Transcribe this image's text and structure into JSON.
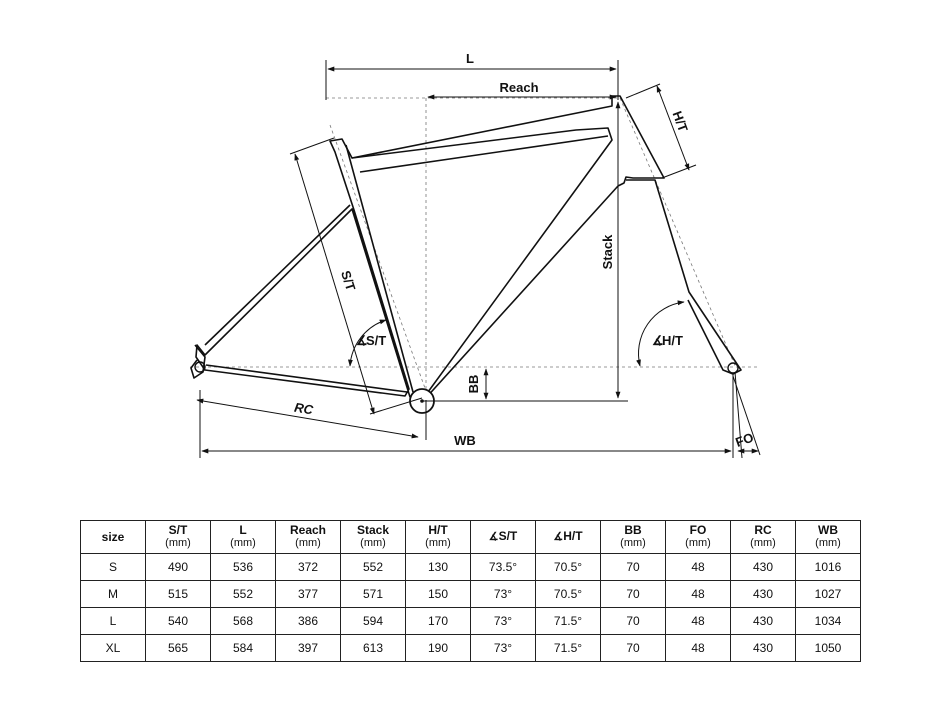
{
  "diagram": {
    "labels": {
      "L": "L",
      "reach": "Reach",
      "ht": "H/T",
      "st": "S/T",
      "stack": "Stack",
      "st_angle": "S/T",
      "ht_angle": "H/T",
      "bb": "BB",
      "rc": "RC",
      "wb": "WB",
      "fo": "FO"
    }
  },
  "table": {
    "headers": [
      {
        "label": "size",
        "unit": ""
      },
      {
        "label": "S/T",
        "unit": "(mm)"
      },
      {
        "label": "L",
        "unit": "(mm)"
      },
      {
        "label": "Reach",
        "unit": "(mm)"
      },
      {
        "label": "Stack",
        "unit": "(mm)"
      },
      {
        "label": "H/T",
        "unit": "(mm)"
      },
      {
        "label": "S/T",
        "unit": ""
      },
      {
        "label": "H/T",
        "unit": ""
      },
      {
        "label": "BB",
        "unit": "(mm)"
      },
      {
        "label": "FO",
        "unit": "(mm)"
      },
      {
        "label": "RC",
        "unit": "(mm)"
      },
      {
        "label": "WB",
        "unit": "(mm)"
      }
    ],
    "rows": [
      [
        "S",
        "490",
        "536",
        "372",
        "552",
        "130",
        "73.5°",
        "70.5°",
        "70",
        "48",
        "430",
        "1016"
      ],
      [
        "M",
        "515",
        "552",
        "377",
        "571",
        "150",
        "73°",
        "70.5°",
        "70",
        "48",
        "430",
        "1027"
      ],
      [
        "L",
        "540",
        "568",
        "386",
        "594",
        "170",
        "73°",
        "71.5°",
        "70",
        "48",
        "430",
        "1034"
      ],
      [
        "XL",
        "565",
        "584",
        "397",
        "613",
        "190",
        "73°",
        "71.5°",
        "70",
        "48",
        "430",
        "1050"
      ]
    ]
  }
}
